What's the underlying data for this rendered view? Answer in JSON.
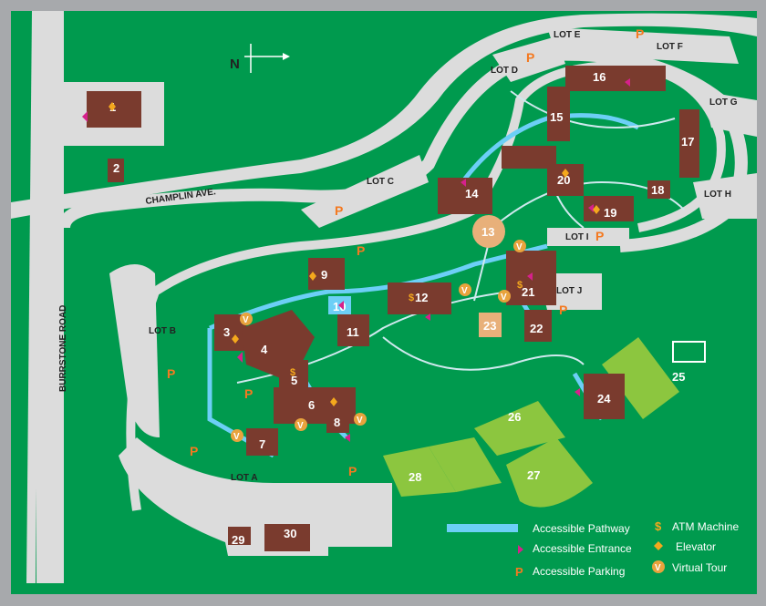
{
  "compass": {
    "label": "N"
  },
  "roads": {
    "champlin": "CHAMPLIN AVE.",
    "burrstone": "BURRSTONE ROAD"
  },
  "lots": [
    {
      "id": "lot-a",
      "label": "LOT A"
    },
    {
      "id": "lot-b",
      "label": "LOT B"
    },
    {
      "id": "lot-c",
      "label": "LOT C"
    },
    {
      "id": "lot-d",
      "label": "LOT D"
    },
    {
      "id": "lot-e",
      "label": "LOT E"
    },
    {
      "id": "lot-f",
      "label": "LOT F"
    },
    {
      "id": "lot-g",
      "label": "LOT G"
    },
    {
      "id": "lot-h",
      "label": "LOT H"
    },
    {
      "id": "lot-i",
      "label": "LOT I"
    },
    {
      "id": "lot-j",
      "label": "LOT J"
    }
  ],
  "buildings": [
    "1",
    "2",
    "3",
    "4",
    "5",
    "6",
    "7",
    "8",
    "9",
    "10",
    "11",
    "12",
    "13",
    "14",
    "15",
    "16",
    "17",
    "18",
    "19",
    "20",
    "21",
    "22",
    "23",
    "24",
    "25",
    "26",
    "27",
    "28",
    "29",
    "30"
  ],
  "symbols": {
    "parking": "P",
    "atm": "$",
    "tour": "V"
  },
  "legend": [
    {
      "key": "pathway",
      "label": "Accessible Pathway"
    },
    {
      "key": "entrance",
      "label": "Accessible Entrance"
    },
    {
      "key": "parking",
      "label": "Accessible Parking"
    },
    {
      "key": "atm",
      "label": "ATM Machine"
    },
    {
      "key": "elevator",
      "label": "Elevator"
    },
    {
      "key": "tour",
      "label": "Virtual Tour"
    }
  ],
  "colors": {
    "border": "#a7a9ac",
    "grass": "#009a4e",
    "road": "#dcdcdc",
    "building": "#7a3b2e",
    "pathway": "#6ccff6",
    "entrance": "#d6218b",
    "parking": "#f47920",
    "elevator": "#f4a81d",
    "tour": "#e8a33d",
    "field": "#8cc63f"
  }
}
